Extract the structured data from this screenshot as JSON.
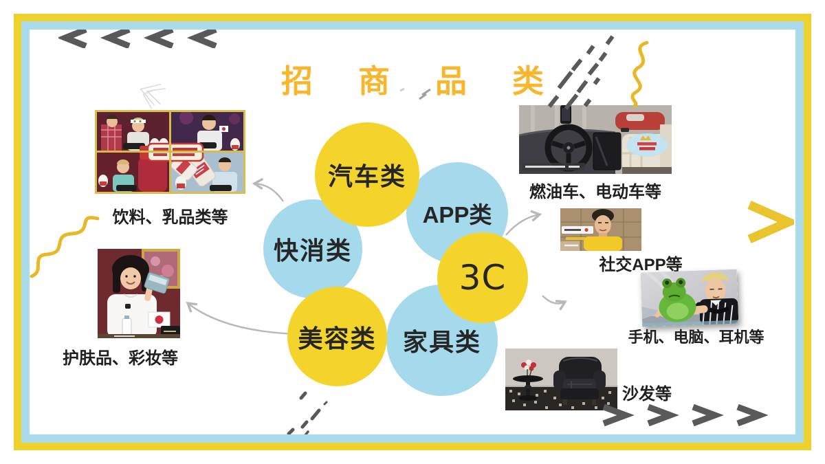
{
  "title": "招商品类",
  "bubbles": [
    {
      "label": "汽车类",
      "color": "yellow"
    },
    {
      "label": "APP类",
      "color": "blue"
    },
    {
      "label": "快消类",
      "color": "blue"
    },
    {
      "label": "3C",
      "color": "yellow"
    },
    {
      "label": "美容类",
      "color": "yellow"
    },
    {
      "label": "家具类",
      "color": "blue"
    }
  ],
  "examples": {
    "drinks": {
      "caption": "饮料、乳品类等"
    },
    "skincare": {
      "caption": "护肤品、彩妆等"
    },
    "cars": {
      "caption": "燃油车、电动车等"
    },
    "social": {
      "caption": "社交APP等"
    },
    "devices": {
      "caption": "手机、电脑、耳机等"
    },
    "sofa": {
      "caption": "沙发等"
    }
  },
  "colors": {
    "frame_yellow": "#EFD02C",
    "frame_blue": "#A9DBEB",
    "bubble_yellow": "#F4D32A",
    "bubble_blue": "#A5D9EC",
    "title_orange": "#F8B62C",
    "chevron_grey": "#595959",
    "arrow_grey": "#B8B8B8",
    "text_dark": "#262626"
  },
  "decorations": {
    "icons": [
      "chevrons-left-icon",
      "chevrons-right-icon",
      "yellow-chevron-right-icon",
      "dashed-lines-icon",
      "squiggle-icon",
      "scribble-chevron-icon",
      "curved-arrow-icon",
      "dashes-scatter-icon"
    ]
  }
}
